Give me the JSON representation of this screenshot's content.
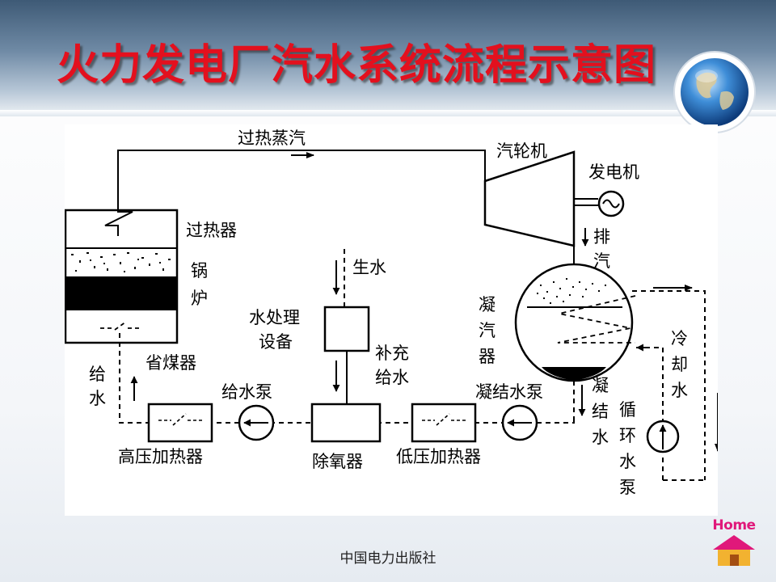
{
  "slide": {
    "title": "火力发电厂汽水系统流程示意图",
    "footer": "中国电力出版社",
    "home_label": "Home",
    "colors": {
      "title": "#e3101e",
      "header": "#4f6b87",
      "home": "#e0187a"
    },
    "icons": [
      "globe-icon",
      "home-icon"
    ]
  },
  "diagram": {
    "labels": {
      "superheated_steam": "过热蒸汽",
      "turbine": "汽轮机",
      "generator": "发电机",
      "superheater": "过热器",
      "boiler_1": "锅",
      "boiler_2": "炉",
      "economizer": "省煤器",
      "feedwater_1": "给",
      "feedwater_2": "水",
      "raw_water": "生水",
      "water_treatment_1": "水处理",
      "water_treatment_2": "设备",
      "makeup_1": "补充",
      "makeup_2": "给水",
      "exhaust_1": "排",
      "exhaust_2": "汽",
      "condenser_1": "凝",
      "condenser_2": "汽",
      "condenser_3": "器",
      "cooling_1": "冷",
      "cooling_2": "却",
      "cooling_3": "水",
      "feed_pump": "给水泵",
      "condensate_pump": "凝结水泵",
      "condensate_1": "凝",
      "condensate_2": "结",
      "condensate_3": "水",
      "circ_pump_1": "循",
      "circ_pump_2": "环",
      "circ_pump_3": "水",
      "circ_pump_4": "泵",
      "hp_heater": "高压加热器",
      "deaerator": "除氧器",
      "lp_heater": "低压加热器"
    }
  }
}
